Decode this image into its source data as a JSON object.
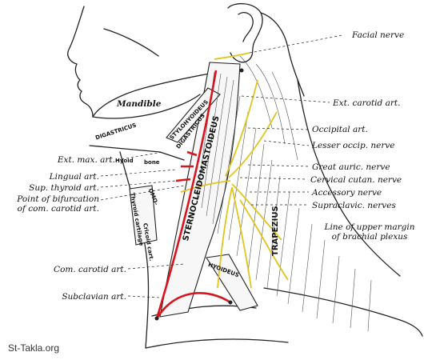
{
  "labels": {
    "facial_nerve": "Facial nerve",
    "ext_carotid_art": "Ext. carotid art.",
    "occipital_art": "Occipital art.",
    "lesser_occip_nerve": "Lesser occip. nerve",
    "great_auric_nerve": "Great auric. nerve",
    "cervical_cutan_nerve": "Cervical cutan. nerve",
    "accessory_nerve": "Accessory nerve",
    "supraclavic_nerves": "Supraclavic. nerves",
    "brachial_plexus_line1": "Line of upper margin",
    "brachial_plexus_line2": "of brachial plexus",
    "mandible": "Mandible",
    "ext_max_art": "Ext. max. art.",
    "lingual_art": "Lingual art.",
    "sup_thyroid_art": "Sup. thyroid art.",
    "bifurcation_line1": "Point of bifurcation",
    "bifurcation_line2": "of com. carotid art.",
    "com_carotid_art": "Com. carotid art.",
    "subclavian_art": "Subclavian art."
  },
  "muscles": {
    "sternocleidomastoideus": "STERNOCLEIDOMASTOIDEUS",
    "trapezius": "TRAPEZIUS",
    "digastricus_anterior": "DIGASTRICUS",
    "digastricus_posterior": "DIGASTRICUS",
    "stylohyoideus": "STYLOHYOIDEUS",
    "hyoid": "Hyoid",
    "bone": "bone",
    "omohyoideus_upper": "OMO-",
    "omohyoideus_lower": "HYOIDEUS",
    "thyroid_cartilage": "Thyroid cartilage",
    "cricoid_cart": "Cricoid cart."
  },
  "watermark": "St-Takla.org",
  "colors": {
    "artery": "#d8141e",
    "nerve": "#e3c41c",
    "ink": "#222222"
  }
}
